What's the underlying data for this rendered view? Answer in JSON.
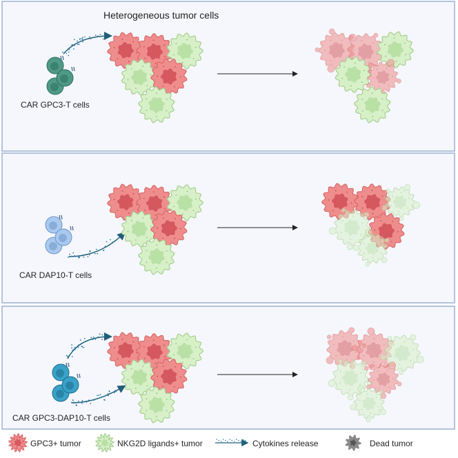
{
  "header": {
    "title": "Heterogeneous tumor cells"
  },
  "panels": [
    {
      "tcell_label": "CAR GPC3-T cells"
    },
    {
      "tcell_label": "CAR DAP10-T cells"
    },
    {
      "tcell_label": "CAR GPC3-DAP10-T cells"
    }
  ],
  "legend": {
    "gpc3": "GPC3+ tumor",
    "nkg2d": "NKG2D ligands+ tumor",
    "cytokines": "Cytokines release",
    "dead": "Dead tumor"
  },
  "colors": {
    "gpc3_fill": "#ef8d8d",
    "gpc3_nucleus": "#d4585e",
    "nkg2d_fill": "#d7f0c8",
    "nkg2d_nucleus": "#b9e0a5",
    "tcell_panel1": "#4f9a86",
    "tcell_panel2": "#a9c9ef",
    "tcell_panel3": "#3aa2c8",
    "arrow": "#1f5f7a",
    "dead": "#8a8a8a"
  }
}
